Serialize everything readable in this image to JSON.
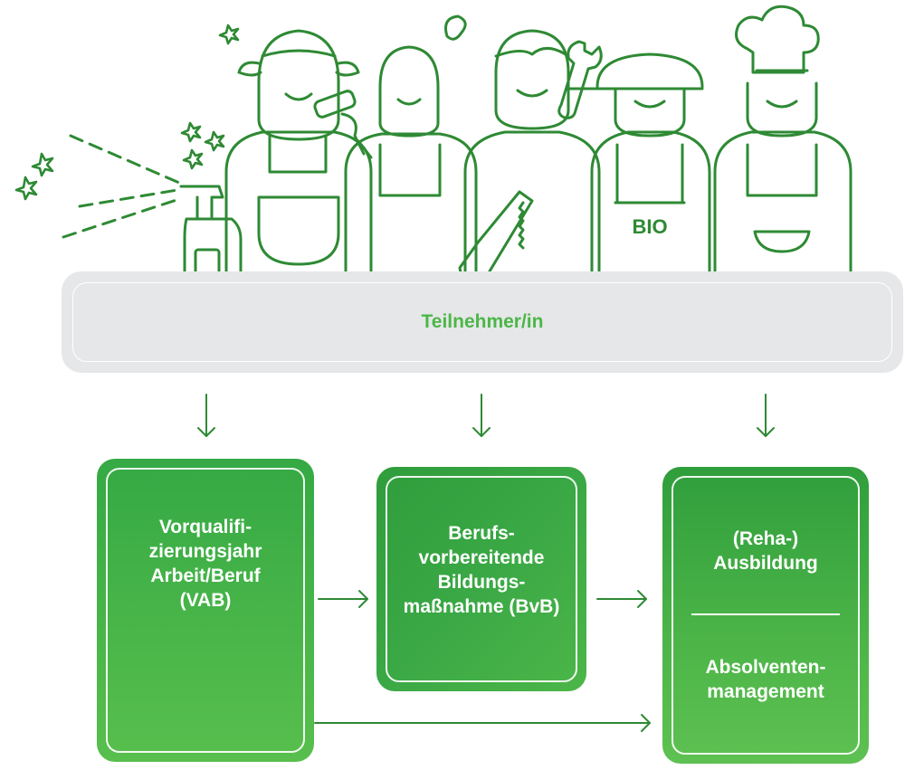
{
  "participant_bar": {
    "label": "Teilnehmer/in"
  },
  "apron_text": "BIO",
  "boxes": {
    "vab": {
      "lines": [
        "Vorqualifi-",
        "zierungsjahr",
        "Arbeit/Beruf",
        "(VAB)"
      ]
    },
    "bvb": {
      "lines": [
        "Berufs-",
        "vorbereitende",
        "Bildungs-",
        "maßnahme (BvB)"
      ]
    },
    "ausbildung": {
      "top_lines": [
        "(Reha-)",
        "Ausbildung"
      ],
      "bottom_lines": [
        "Absolventen-",
        "management"
      ]
    }
  },
  "colors": {
    "green_line": "#2e8a34",
    "green_label": "#4cb748",
    "bar_fill": "#e6e7e9"
  },
  "icons": [
    "spray-bottle-icon",
    "paint-roller-icon",
    "wrench-icon",
    "saw-icon",
    "chef-hat-icon",
    "sparkle-icon"
  ]
}
